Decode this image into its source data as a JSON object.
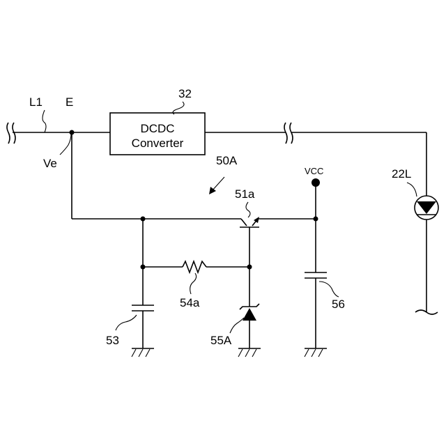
{
  "diagram": {
    "labels": {
      "line": "L1",
      "node_e": "E",
      "voltage": "Ve",
      "converter_ref": "32",
      "converter_line1": "DCDC",
      "converter_line2": "Converter",
      "circuit": "50A",
      "transistor": "51a",
      "vcc": "VCC",
      "led": "22L",
      "resistor": "54a",
      "cap_left": "53",
      "zener": "55A",
      "cap_right": "56"
    }
  }
}
